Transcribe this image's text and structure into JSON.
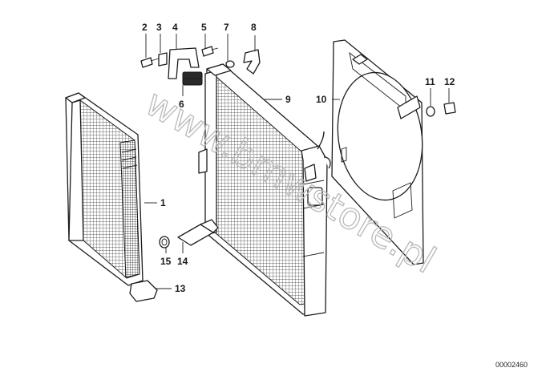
{
  "diagram": {
    "callouts": [
      {
        "label": "1"
      },
      {
        "label": "2"
      },
      {
        "label": "3"
      },
      {
        "label": "4"
      },
      {
        "label": "5"
      },
      {
        "label": "6"
      },
      {
        "label": "7"
      },
      {
        "label": "8"
      },
      {
        "label": "9"
      },
      {
        "label": "10"
      },
      {
        "label": "11"
      },
      {
        "label": "12"
      },
      {
        "label": "13"
      },
      {
        "label": "14"
      },
      {
        "label": "15"
      }
    ],
    "watermark": "www.bmwstore.pl",
    "catalog_number": "00002460"
  },
  "colors": {
    "line": "#1c1c1c",
    "watermark": "#b9b9b9",
    "background": "#ffffff"
  }
}
